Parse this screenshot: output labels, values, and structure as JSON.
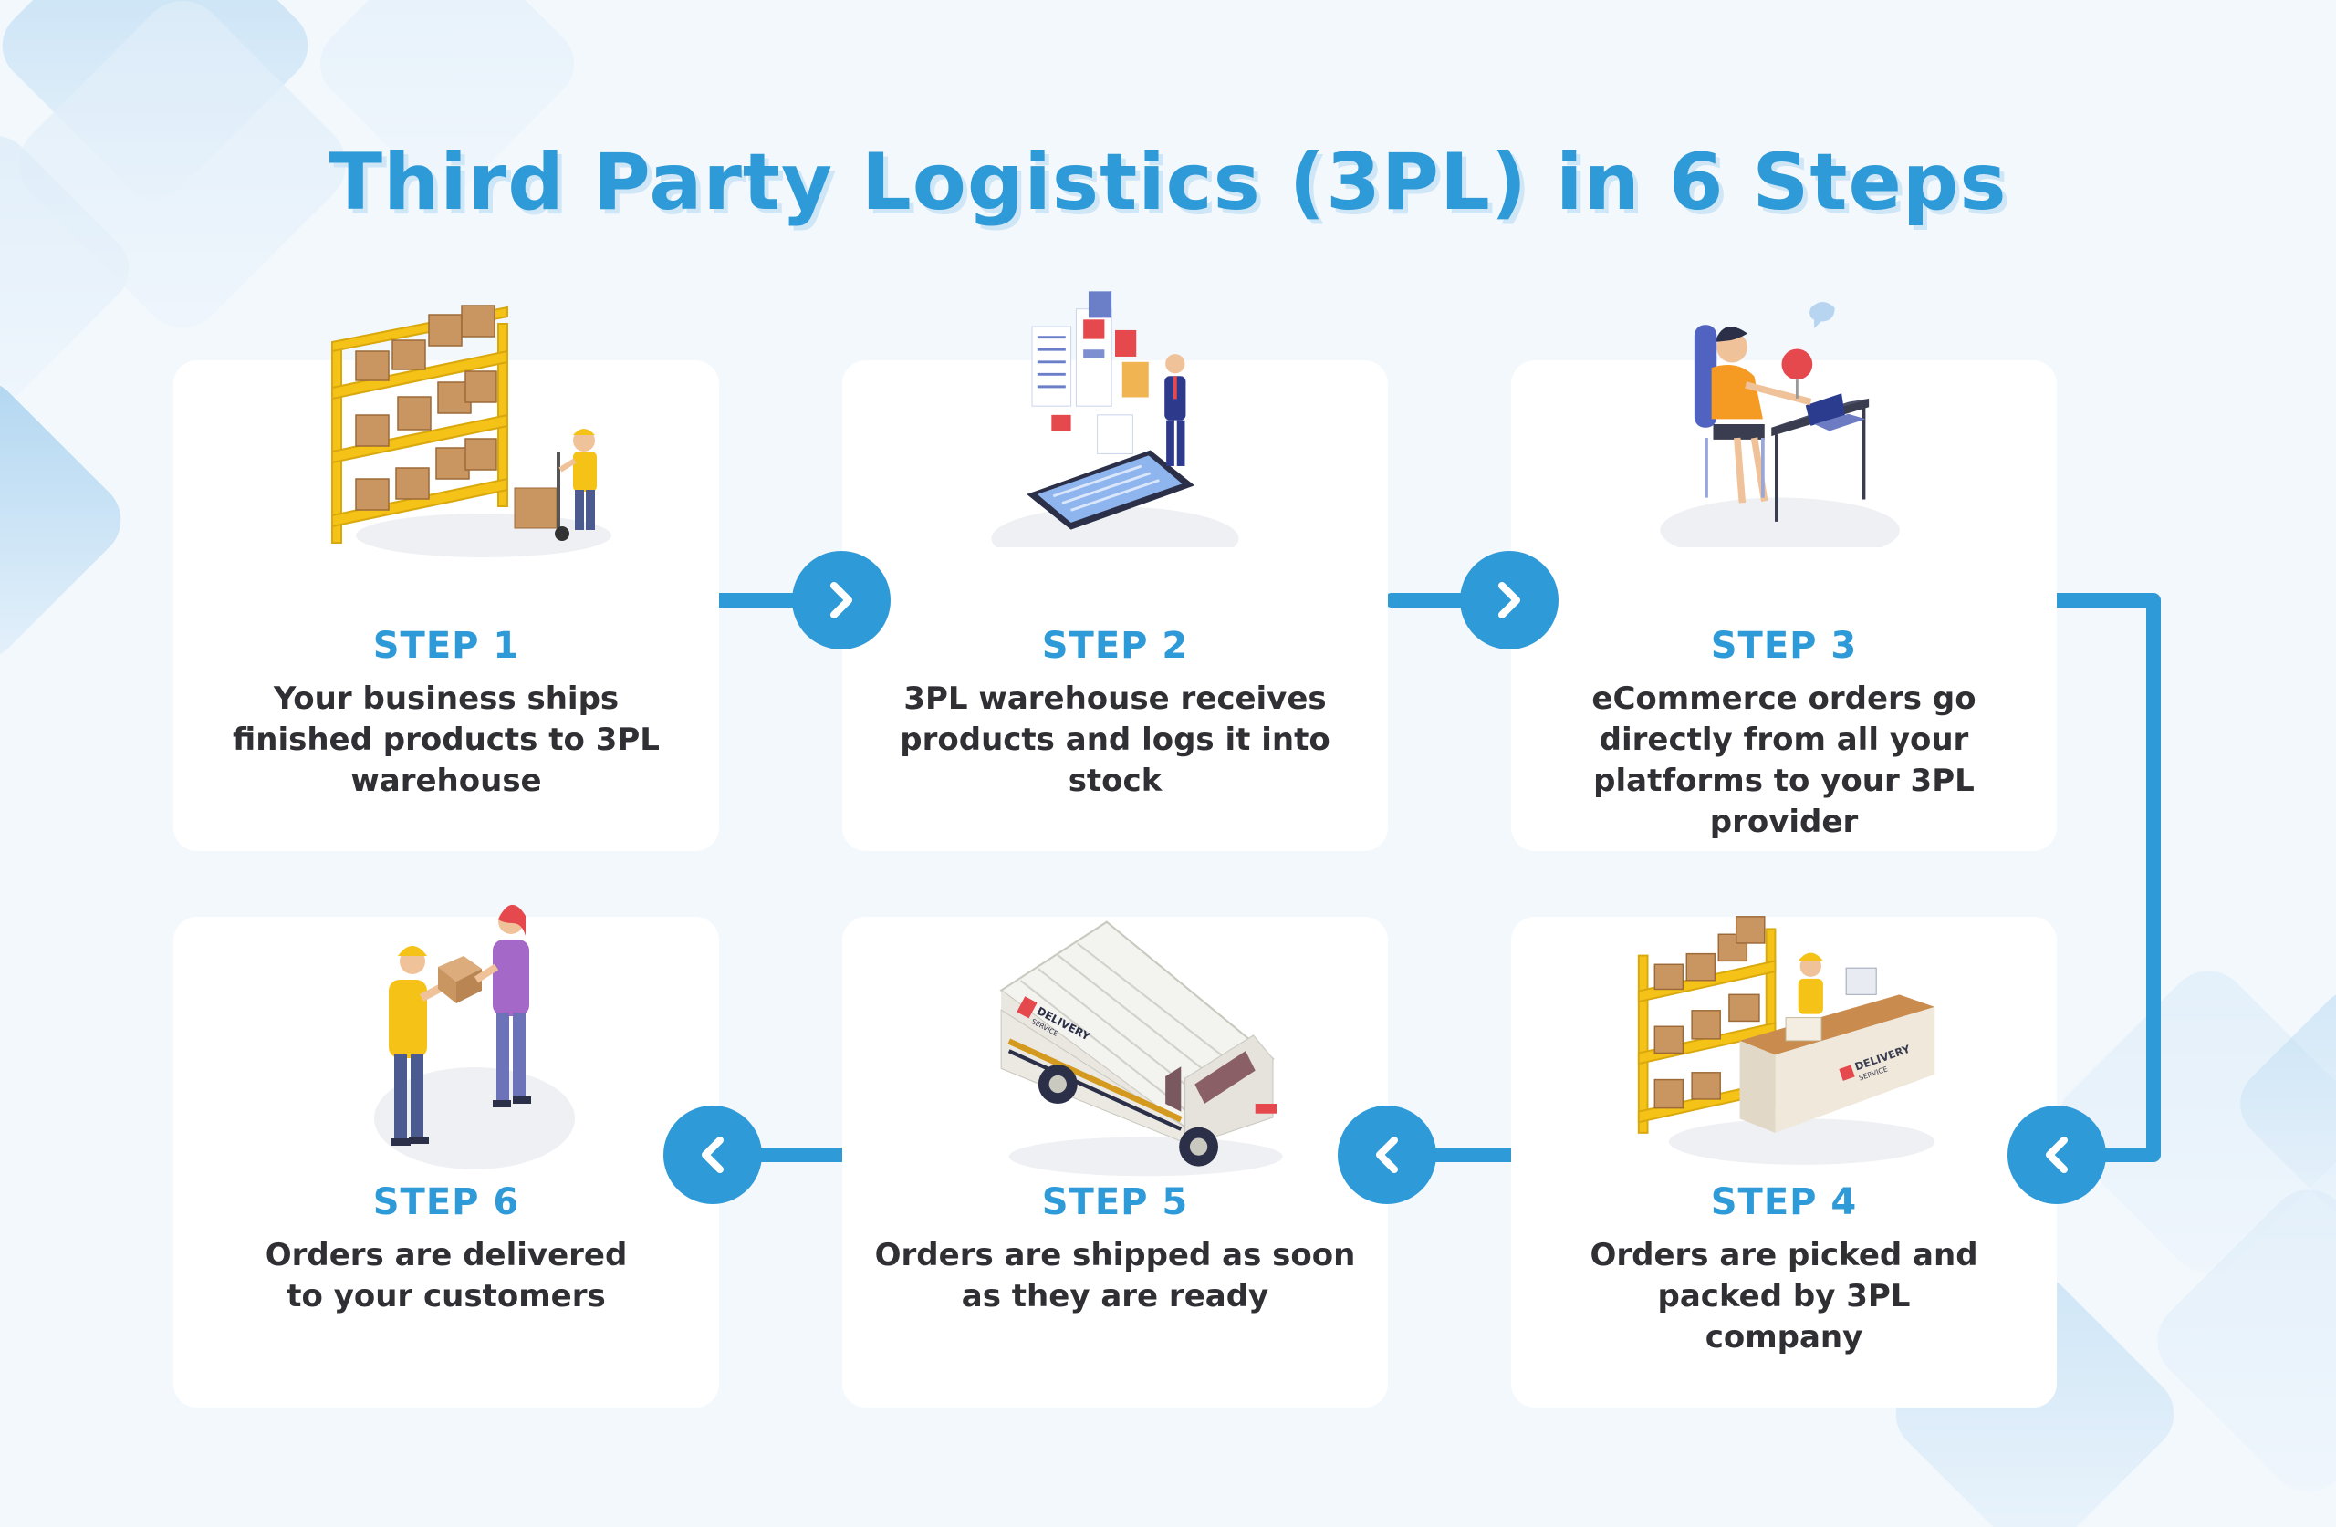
{
  "title": "Third Party Logistics (3PL) in 6 Steps",
  "steps": [
    {
      "label": "STEP 1",
      "desc": "Your business ships finished products to 3PL warehouse",
      "icon": "warehouse-shelves-worker-icon"
    },
    {
      "label": "STEP 2",
      "desc": "3PL warehouse receives products and logs it into stock",
      "icon": "phone-inventory-log-icon"
    },
    {
      "label": "STEP 3",
      "desc": "eCommerce orders go directly from all your platforms to your 3PL provider",
      "icon": "person-at-laptop-icon"
    },
    {
      "label": "STEP 4",
      "desc": "Orders are picked and packed by 3PL company",
      "icon": "packing-desk-worker-icon"
    },
    {
      "label": "STEP 5",
      "desc": "Orders are shipped as soon as they are ready",
      "icon": "delivery-van-icon"
    },
    {
      "label": "STEP 6",
      "desc": "Orders are delivered to your customers",
      "icon": "package-handover-icon"
    }
  ],
  "delivery_sign": {
    "line1": "DELIVERY",
    "line2": "SERVICE"
  },
  "colors": {
    "accent": "#2f9ad8",
    "text": "#2f2f34",
    "background": "#f3f8fd",
    "card": "#ffffff"
  }
}
